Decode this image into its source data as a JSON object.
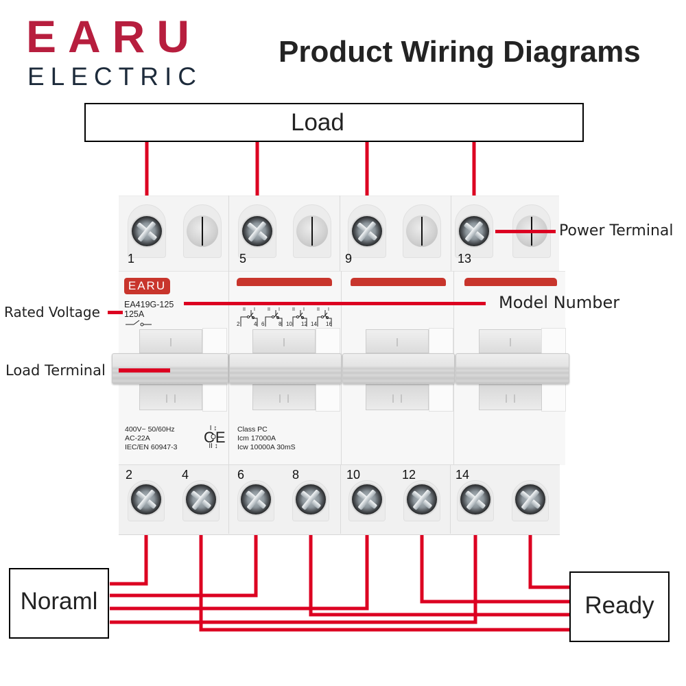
{
  "logo": {
    "brand": "EARU",
    "sub": "ELECTRIC"
  },
  "title": "Product Wiring Diagrams",
  "boxes": {
    "load": "Load",
    "normal": "Noraml",
    "ready": "Ready"
  },
  "callouts": {
    "power_terminal": "Power Terminal",
    "model_number": "Model Number",
    "rated_voltage": "Rated Voltage",
    "load_terminal": "Load Terminal"
  },
  "device": {
    "badge": "EARU",
    "model": "EA419G-125",
    "rating": "125A",
    "top_terminals": [
      "1",
      "5",
      "9",
      "13"
    ],
    "bottom_terminals": [
      "2",
      "4",
      "6",
      "8",
      "10",
      "12",
      "14"
    ],
    "schematic": [
      {
        "in": "2",
        "out": "4"
      },
      {
        "in": "6",
        "out": "8"
      },
      {
        "in": "10",
        "out": "12"
      },
      {
        "in": "14",
        "out": "16"
      }
    ],
    "schematic_positions": [
      "II",
      "I"
    ],
    "spec_left": [
      "400V~ 50/60Hz",
      "AC-22A",
      "IEC/EN 60947-3"
    ],
    "ce_mark": "CE",
    "positions": [
      "I ↕",
      "O",
      "II ↕"
    ],
    "spec_right": [
      "Class PC",
      "Icm 17000A",
      "Icw 10000A 30mS"
    ]
  },
  "wiring": {
    "load": [
      "1",
      "5",
      "9",
      "13"
    ],
    "normal": [
      "2",
      "6",
      "10",
      "14"
    ],
    "ready": [
      "16",
      "12",
      "8",
      "4"
    ]
  },
  "colors": {
    "wire": "#dc0021",
    "brand_red": "#b71e3e",
    "brand_navy": "#1d2b3b",
    "badge_red": "#c8352c"
  }
}
